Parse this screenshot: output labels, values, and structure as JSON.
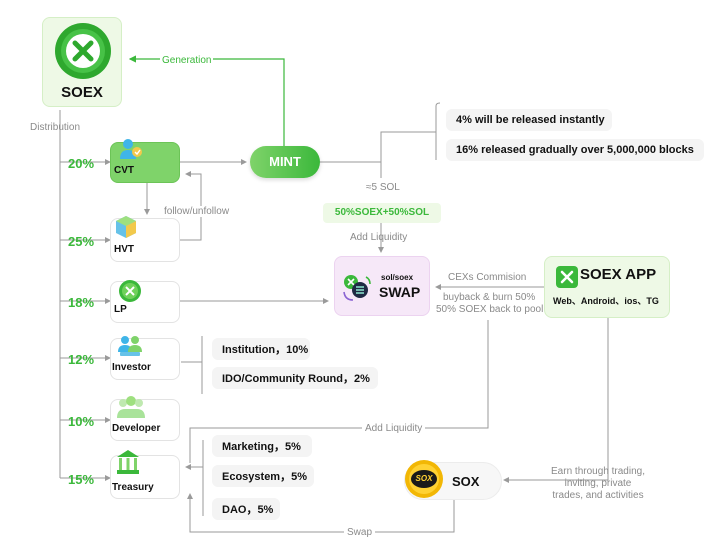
{
  "soex": {
    "title": "SOEX"
  },
  "labels": {
    "distribution": "Distribution",
    "generation": "Generation",
    "follow_unfollow": "follow/unfollow",
    "sol_fee": "≈5 SOL",
    "add_liquidity_top": "Add Liquidity",
    "cex_commission": "CEXs Commision",
    "buyback_line1": "buyback & burn 50%",
    "buyback_line2": "50% SOEX back to pool",
    "add_liquidity_bottom": "Add Liquidity",
    "earn_line1": "Earn through trading,",
    "earn_line2": "inviting, private",
    "earn_line3": "trades, and activities",
    "swap_bottom": "Swap"
  },
  "mint": {
    "label": "MINT"
  },
  "mint_ratio": "50%SOEX+50%SOL",
  "release": {
    "instant": "4% will be released instantly",
    "gradual": "16% released gradually over 5,000,000 blocks"
  },
  "swap": {
    "pair": "sol/soex",
    "label": "SWAP"
  },
  "app": {
    "title": "SOEX APP",
    "platforms": "Web、Android、ios、TG"
  },
  "distribution": [
    {
      "pct": "20%",
      "name": "CVT"
    },
    {
      "pct": "25%",
      "name": "HVT"
    },
    {
      "pct": "18%",
      "name": "LP"
    },
    {
      "pct": "12%",
      "name": "Investor"
    },
    {
      "pct": "10%",
      "name": "Developer"
    },
    {
      "pct": "15%",
      "name": "Treasury"
    }
  ],
  "investor_items": [
    "Institution，10%",
    "IDO/Community Round，2%"
  ],
  "treasury_items": [
    "Marketing，5%",
    "Ecosystem，5%",
    "DAO，5%"
  ],
  "sox": {
    "label": "SOX",
    "coin_text": "SOX"
  },
  "colors": {
    "green": "#3bb83b",
    "card_green": "#eef9e6",
    "swap_pink": "#f6e8f8",
    "line_gray": "#9a9a9a"
  }
}
